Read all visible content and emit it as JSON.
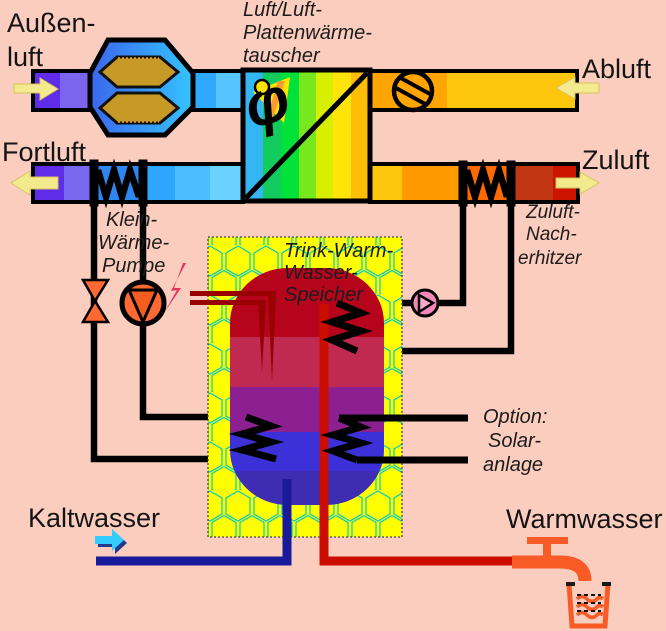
{
  "labels": {
    "aussenluft_line1": "Außen-",
    "aussenluft_line2": "luft",
    "fortluft": "Fortluft",
    "abluft": "Abluft",
    "zuluft": "Zuluft",
    "kaltwasser": "Kaltwasser",
    "warmwasser": "Warmwasser",
    "heat_exchanger_line1": "Luft/Luft-",
    "heat_exchanger_line2": "Plattenwärme-",
    "heat_exchanger_line3": "tauscher",
    "heat_pump_line1": "Klein-",
    "heat_pump_line2": "Wärme-",
    "heat_pump_line3": "Pumpe",
    "tank_line1": "Trink-Warm-",
    "tank_line2": "Wasser-",
    "tank_line3": "Speicher",
    "reheater_line1": "Zuluft-",
    "reheater_line2": "Nach-",
    "reheater_line3": "erhitzer",
    "solar_line1": "Option:",
    "solar_line2": "Solar-",
    "solar_line3": "anlage"
  },
  "icons": {
    "temperature_symbol": "φ"
  },
  "colors": {
    "background": "#fbcdbe",
    "label_heat_exchanger": "#bc3524",
    "label_tank": "#a30e0e",
    "tank_band1": "#b6041c",
    "tank_band2": "#c02950",
    "tank_band3": "#8d2090",
    "tank_band4": "#3c31d8",
    "tank_band5": "#3e2cb2",
    "insulation_yellow": "#ffff00",
    "honeycomb_cyan": "#00cccc",
    "cold_water_blue": "#19199b",
    "warm_water_red": "#cb0d00",
    "heater_dark_red": "#990000",
    "pump_orange": "#ff6a33",
    "circulation_pump_pink": "#f388b8",
    "lightning_pink": "#e5315f",
    "faucet_orange": "#f95b26",
    "flow_arrow_yellow": "#f2ea8c"
  }
}
